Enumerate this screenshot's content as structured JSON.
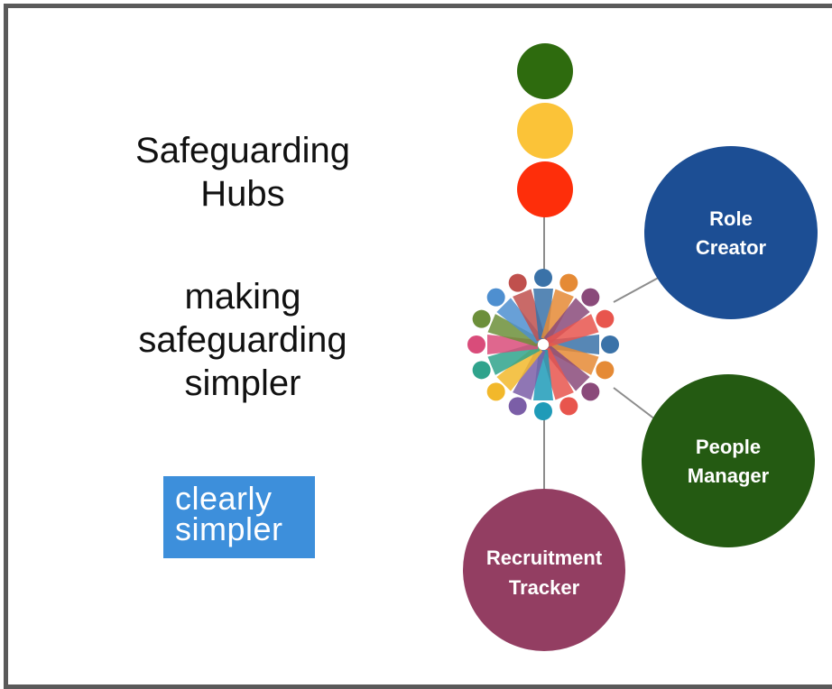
{
  "title": {
    "line1": "Safeguarding",
    "line2": "Hubs"
  },
  "tagline": {
    "line1": "making",
    "line2": "safeguarding",
    "line3": "simpler"
  },
  "logo": {
    "line1": "clearly",
    "line2": "simpler",
    "color": "#3d8fdb"
  },
  "traffic_lights": [
    {
      "name": "green",
      "color": "#2e6b0e"
    },
    {
      "name": "amber",
      "color": "#fbc338"
    },
    {
      "name": "red",
      "color": "#fe2e0a"
    }
  ],
  "hubs": [
    {
      "line1": "Role",
      "line2": "Creator",
      "color": "#1c4e94"
    },
    {
      "line1": "People",
      "line2": "Manager",
      "color": "#245a12"
    },
    {
      "line1": "Recruitment",
      "line2": "Tracker",
      "color": "#933e62"
    }
  ],
  "people_wheel": {
    "icon": "people-circle-icon",
    "colors": [
      "#3a72a8",
      "#e58a35",
      "#8a4a7a",
      "#e8554d",
      "#1f9bb8",
      "#7b5ea7",
      "#f2b82b",
      "#2fa38c",
      "#d94c7a",
      "#6c8f3a",
      "#4e8fd0",
      "#c0504d"
    ]
  }
}
